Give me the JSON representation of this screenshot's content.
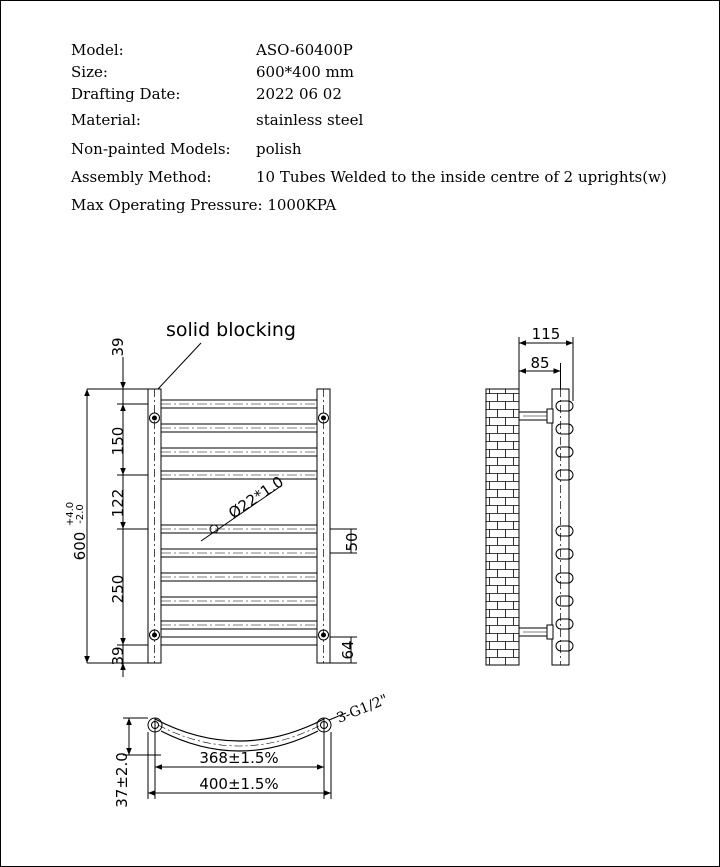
{
  "specs": [
    {
      "label": "Model:",
      "value": "ASO-60400P"
    },
    {
      "label": "Size:",
      "value": "600*400 mm"
    },
    {
      "label": "Drafting Date:",
      "value": "2022 06 02"
    },
    {
      "label": "Material:",
      "value": "stainless steel"
    },
    {
      "label": "Non-painted Models:",
      "value": "polish"
    },
    {
      "label": "Assembly Method:",
      "value": "10 Tubes Welded to the inside centre of 2 uprights(w)"
    }
  ],
  "pressure_line": "Max Operating Pressure: 1000KPA",
  "front_view": {
    "callout": "solid blocking",
    "dim_top": "39",
    "dim_150": "150",
    "dim_122": "122",
    "dim_250": "250",
    "dim_bottom": "39",
    "dim_height": "600",
    "tol_plus": "+4.0",
    "tol_minus": "-2.0",
    "tube_dia": "Ø22*1.0",
    "dim_right_50": "50",
    "dim_right_64": "64"
  },
  "side_view": {
    "dim_115": "115",
    "dim_85": "85"
  },
  "top_view": {
    "thread": "3-G1/2\"",
    "dim_368": "368±1.5%",
    "dim_400": "400±1.5%",
    "dim_37": "37±2.0"
  }
}
